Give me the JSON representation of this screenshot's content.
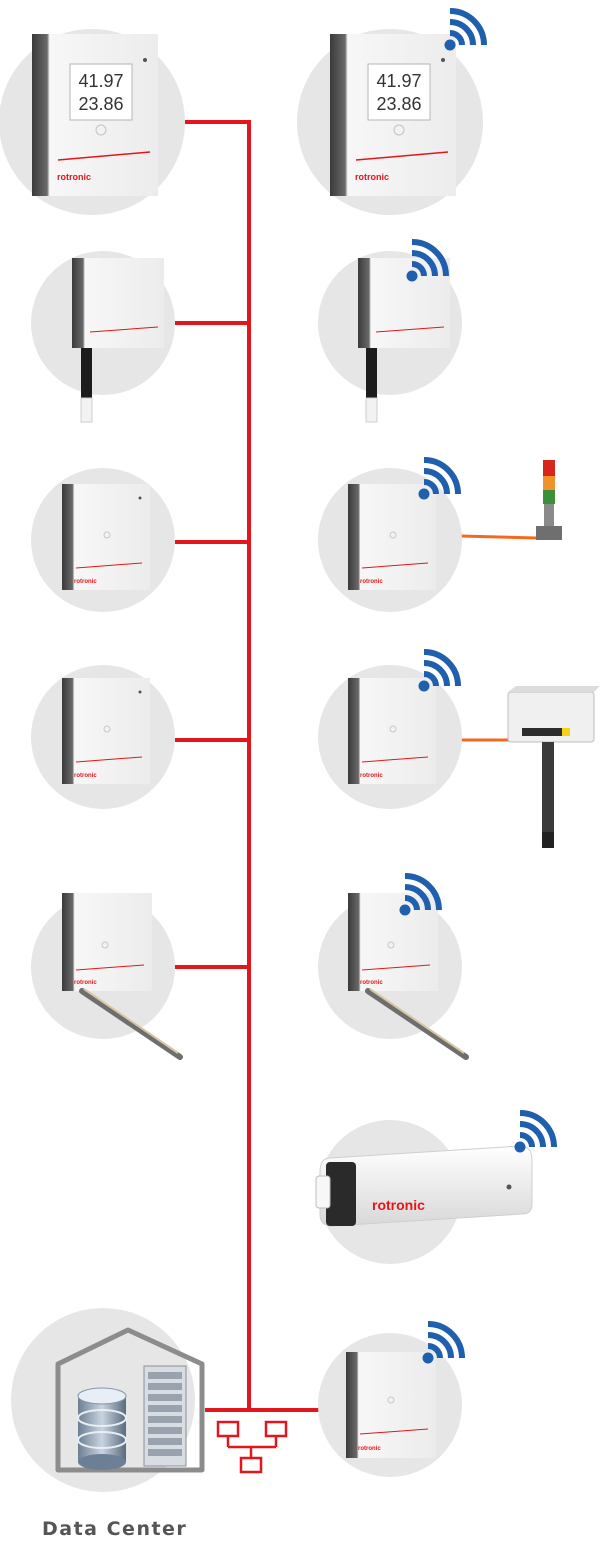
{
  "caption": "Data Center",
  "display": {
    "top_value": "41.97",
    "bottom_value": "23.86"
  },
  "brand": "rotronic",
  "colors": {
    "network_line": "#e3161b",
    "accessory_line": "#f26a21",
    "wireless_icon": "#1f5fad",
    "circle_background": "#e6e6e6",
    "caption_text": "#555555"
  },
  "nodes": [
    {
      "type": "display-logger",
      "connection": "wired"
    },
    {
      "type": "display-logger",
      "connection": "wireless"
    },
    {
      "type": "logger-with-probe",
      "connection": "wired"
    },
    {
      "type": "logger-with-probe",
      "connection": "wireless"
    },
    {
      "type": "logger",
      "connection": "wired"
    },
    {
      "type": "logger",
      "connection": "wireless",
      "accessory": "signal-tower"
    },
    {
      "type": "logger",
      "connection": "wired"
    },
    {
      "type": "logger",
      "connection": "wireless",
      "accessory": "transmitter-with-probe"
    },
    {
      "type": "logger-with-insertion-probe",
      "connection": "wired"
    },
    {
      "type": "logger-with-insertion-probe",
      "connection": "wireless"
    },
    {
      "type": "usb-logger",
      "connection": "wireless"
    },
    {
      "type": "logger",
      "connection": "wireless"
    }
  ],
  "icons": [
    "network-icon",
    "database-icon",
    "server-rack-icon",
    "house-outline-icon",
    "wifi-icon"
  ]
}
